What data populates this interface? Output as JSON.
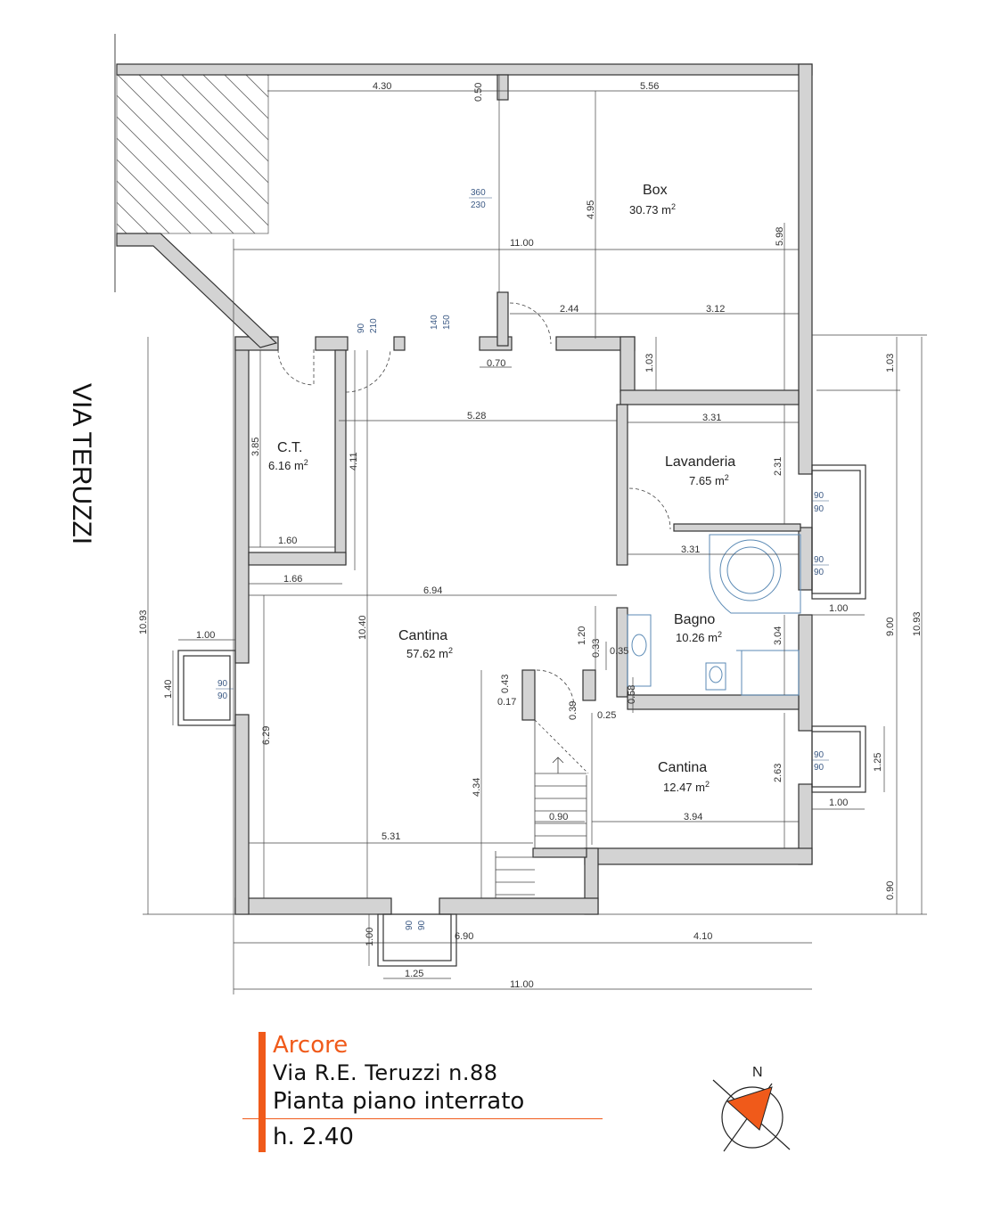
{
  "street": "VIA TERUZZI",
  "colors": {
    "wall": "#d3d3d3",
    "accent": "#f05a1a",
    "annotation": "#3c5a85",
    "line": "#444444"
  },
  "rooms": [
    {
      "name": "Box",
      "area": "30.73",
      "unit": "m",
      "sup": "2"
    },
    {
      "name": "C.T.",
      "area": "6.16",
      "unit": "m",
      "sup": "2"
    },
    {
      "name": "Lavanderia",
      "area": "7.65",
      "unit": "m",
      "sup": "2"
    },
    {
      "name": "Cantina",
      "area": "57.62",
      "unit": "m",
      "sup": "2"
    },
    {
      "name": "Bagno",
      "area": "10.26",
      "unit": "m",
      "sup": "2"
    },
    {
      "name": "Cantina",
      "area": "12.47",
      "unit": "m",
      "sup": "2"
    }
  ],
  "dimensions": [
    "4.30",
    "0.50",
    "5.56",
    "4.95",
    "5.98",
    "11.00",
    "2.44",
    "3.12",
    "0.70",
    "1.03",
    "5.28",
    "3.31",
    "2.31",
    "3.85",
    "4.11",
    "1.60",
    "1.66",
    "3.31",
    "6.94",
    "1.00",
    "1.20",
    "0.33",
    "0.35",
    "0.43",
    "0.17",
    "0.39",
    "0.25",
    "0.58",
    "3.04",
    "10.93",
    "1.40",
    "10.40",
    "6.29",
    "4.34",
    "0.90",
    "3.94",
    "2.63",
    "1.25",
    "5.31",
    "9.00",
    "10.93",
    "1.03",
    "1.00",
    "1.00",
    "0.90",
    "1.00",
    "6.90",
    "4.10",
    "1.25",
    "11.00"
  ],
  "openings": [
    {
      "top": "360",
      "bottom": "230"
    },
    {
      "top": "90",
      "bottom": "210"
    },
    {
      "top": "140",
      "bottom": "150"
    },
    {
      "top": "90",
      "bottom": "90"
    },
    {
      "top": "90",
      "bottom": "90"
    },
    {
      "top": "90",
      "bottom": "90"
    },
    {
      "top": "90",
      "bottom": "90"
    },
    {
      "top": "90",
      "bottom": "90"
    }
  ],
  "title": {
    "city": "Arcore",
    "address": "Via R.E. Teruzzi n.88",
    "plan": "Pianta piano interrato",
    "height": "h. 2.40"
  },
  "north_label": "N"
}
